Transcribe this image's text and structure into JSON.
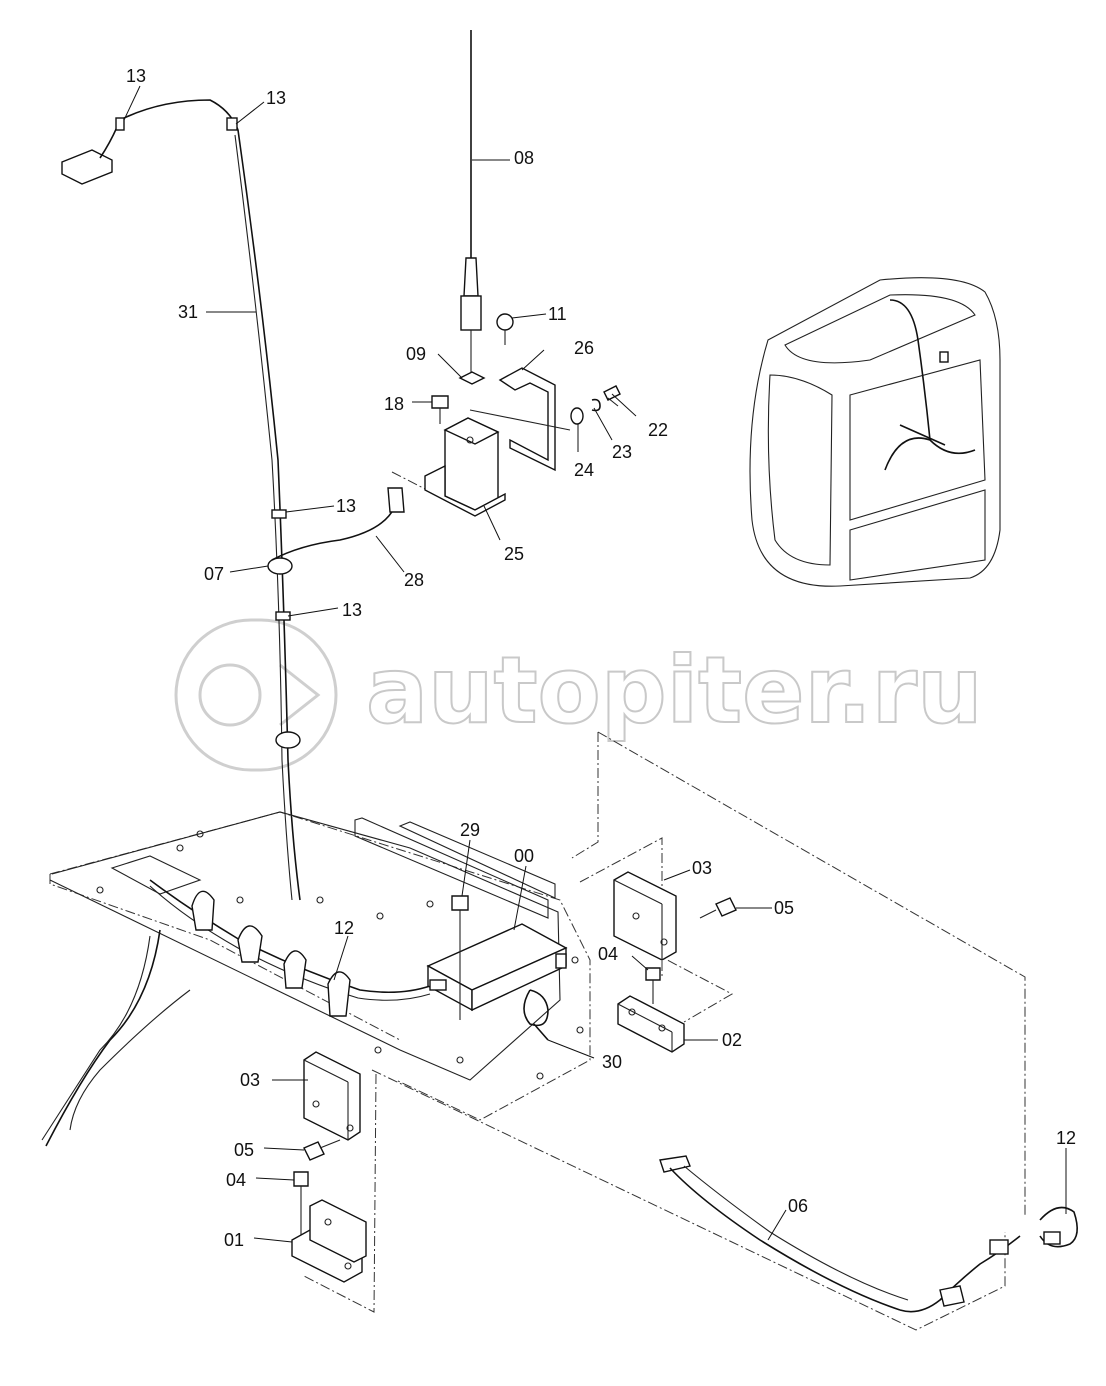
{
  "watermark": {
    "text": "autopiter.ru"
  },
  "callouts": [
    {
      "id": "c-13a",
      "text": "13"
    },
    {
      "id": "c-13b",
      "text": "13"
    },
    {
      "id": "c-08",
      "text": "08"
    },
    {
      "id": "c-31",
      "text": "31"
    },
    {
      "id": "c-11",
      "text": "11"
    },
    {
      "id": "c-09",
      "text": "09"
    },
    {
      "id": "c-26",
      "text": "26"
    },
    {
      "id": "c-18",
      "text": "18"
    },
    {
      "id": "c-22",
      "text": "22"
    },
    {
      "id": "c-23",
      "text": "23"
    },
    {
      "id": "c-24",
      "text": "24"
    },
    {
      "id": "c-13c",
      "text": "13"
    },
    {
      "id": "c-25",
      "text": "25"
    },
    {
      "id": "c-07",
      "text": "07"
    },
    {
      "id": "c-28",
      "text": "28"
    },
    {
      "id": "c-13d",
      "text": "13"
    },
    {
      "id": "c-29",
      "text": "29"
    },
    {
      "id": "c-00",
      "text": "00"
    },
    {
      "id": "c-03a",
      "text": "03"
    },
    {
      "id": "c-05a",
      "text": "05"
    },
    {
      "id": "c-12a",
      "text": "12"
    },
    {
      "id": "c-04a",
      "text": "04"
    },
    {
      "id": "c-02",
      "text": "02"
    },
    {
      "id": "c-30",
      "text": "30"
    },
    {
      "id": "c-03b",
      "text": "03"
    },
    {
      "id": "c-05b",
      "text": "05"
    },
    {
      "id": "c-04b",
      "text": "04"
    },
    {
      "id": "c-01",
      "text": "01"
    },
    {
      "id": "c-06",
      "text": "06"
    },
    {
      "id": "c-12b",
      "text": "12"
    }
  ]
}
